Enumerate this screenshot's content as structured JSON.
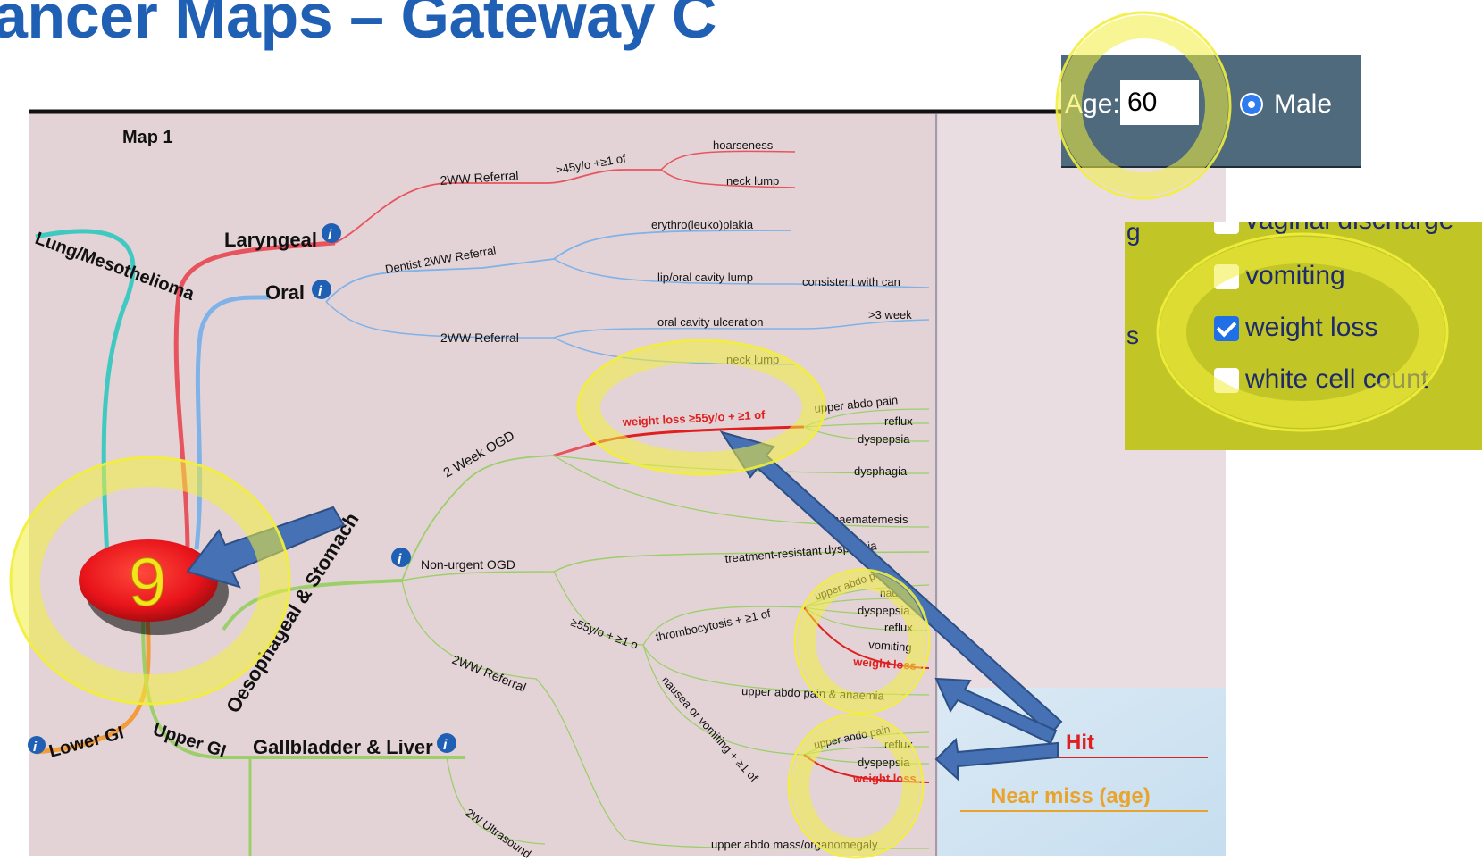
{
  "title": "ancer Maps – Gateway C",
  "map": {
    "map_label": "Map 1",
    "nodes": {
      "lung": "Lung/Mesothelioma",
      "laryngeal": "Laryngeal",
      "oral": "Oral",
      "oesophageal_stomach": "Oesophageal & Stomach",
      "lower_gi": "Lower GI",
      "upper_gi": "Upper GI",
      "gallbladder_liver": "Gallbladder & Liver",
      "count_badge": "9"
    },
    "branches": {
      "lar_2ww": "2WW Referral",
      "lar_age": ">45y/o +≥1 of",
      "hoarseness": "hoarseness",
      "neck_lump": "neck lump",
      "oral_dentist": "Dentist 2WW Referral",
      "erythro": "erythro(leuko)plakia",
      "lip_lump": "lip/oral cavity lump",
      "consistent": "consistent with can",
      "oral_2ww": "2WW Referral",
      "ulceration": "oral cavity ulceration",
      "three_week": ">3 week",
      "neck_lump2": "neck lump",
      "two_week_ogd": "2 Week OGD",
      "weight_loss_55": "weight loss ≥55y/o + ≥1 of",
      "upper_abdo_pain": "upper abdo pain",
      "reflux": "reflux",
      "dyspepsia": "dyspepsia",
      "dysphagia": "dysphagia",
      "haematemesis": "haematemesis",
      "nonurgent_ogd": "Non-urgent OGD",
      "treatment_resistant": "treatment-resistant dyspepsia",
      "age55": "≥55y/o + ≥1 o",
      "thrombocytosis": "thrombocytosis + ≥1 of",
      "upper_abdo_pain2": "upper abdo pain",
      "nausea": "nausea",
      "dyspepsia2": "dyspepsia",
      "reflux2": "reflux",
      "vomiting": "vomiting",
      "weight_loss": "weight loss",
      "upper_abdo_anaemia": "upper abdo pain & anaemia",
      "stomach_2ww": "2WW Referral",
      "nausea_vomiting": "nausea or vomiting + ≥1 of",
      "upper_abdo_pain3": "upper abdo pain",
      "reflux3": "reflux",
      "dyspepsia3": "dyspepsia",
      "weight_loss2": "weight loss",
      "ultrasound": "2W Ultrasound",
      "abdo_mass": "upper abdo mass/organomegaly"
    },
    "legend": {
      "hit": "Hit",
      "near_miss": "Near miss (age)"
    },
    "colors": {
      "background": "#e3d3d6",
      "laryngeal": "#e8545e",
      "oral": "#7fb2e8",
      "stomach": "#9ccf6a",
      "lung": "#3fc9c0",
      "lower_gi": "#f39c3c",
      "hit": "#e02020",
      "near_miss": "#e8a42c",
      "badge": "#e8141b",
      "badge_text": "#f4e41c",
      "highlight": "#f2ee3c",
      "arrow": "#4671b4"
    }
  },
  "age_panel": {
    "label": "Age:",
    "value": "60",
    "sex_option": "Male",
    "sex_selected": true
  },
  "symptoms": {
    "items": [
      {
        "label": "vaginal discharge",
        "checked": false
      },
      {
        "label": "vomiting",
        "checked": false
      },
      {
        "label": "weight loss",
        "checked": true
      },
      {
        "label": "white cell count",
        "checked": false
      }
    ],
    "edge_left_1": "g",
    "edge_left_2": "s"
  }
}
